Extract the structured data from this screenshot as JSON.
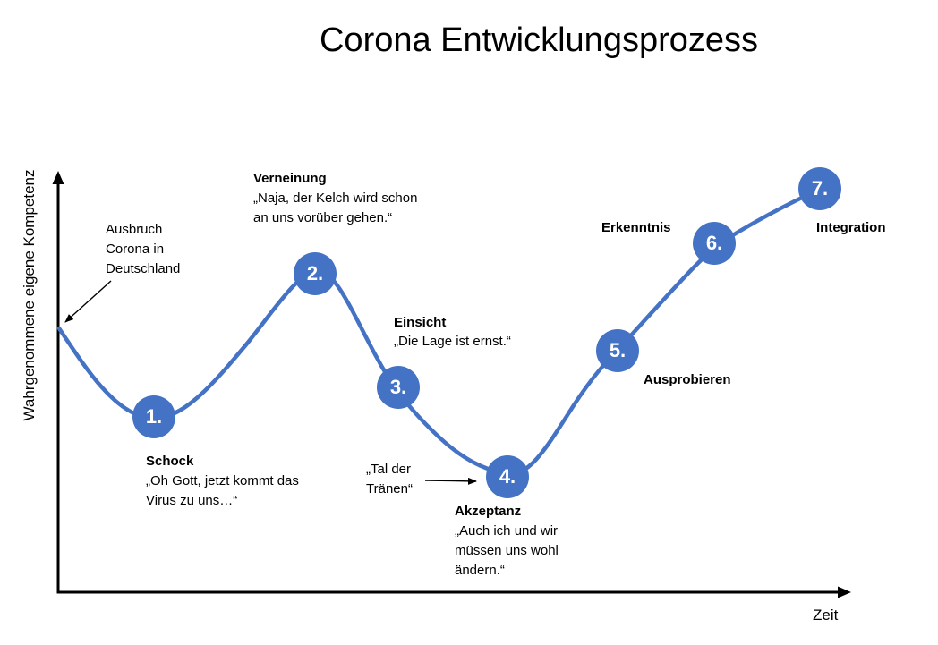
{
  "title": "Corona Entwicklungsprozess",
  "axes": {
    "y_label": "Wahrgenommene eigene Kompetenz",
    "x_label": "Zeit"
  },
  "annotations": {
    "outbreak": "Ausbruch Corona in Deutschland",
    "valley": "„Tal der Tränen“"
  },
  "stages": [
    {
      "num": "1.",
      "name": "Schock",
      "quote": "„Oh Gott, jetzt kommt das Virus zu uns…“"
    },
    {
      "num": "2.",
      "name": "Verneinung",
      "quote": "„Naja, der Kelch wird schon an uns vorüber gehen.“"
    },
    {
      "num": "3.",
      "name": "Einsicht",
      "quote": "„Die Lage ist ernst.“"
    },
    {
      "num": "4.",
      "name": "Akzeptanz",
      "quote": "„Auch ich und wir müssen uns wohl ändern.“"
    },
    {
      "num": "5.",
      "name": "Ausprobieren",
      "quote": ""
    },
    {
      "num": "6.",
      "name": "Erkenntnis",
      "quote": ""
    },
    {
      "num": "7.",
      "name": "Integration",
      "quote": ""
    }
  ],
  "colors": {
    "accent_blue": "#4472C4",
    "node_text": "#ffffff",
    "ink": "#000000"
  }
}
